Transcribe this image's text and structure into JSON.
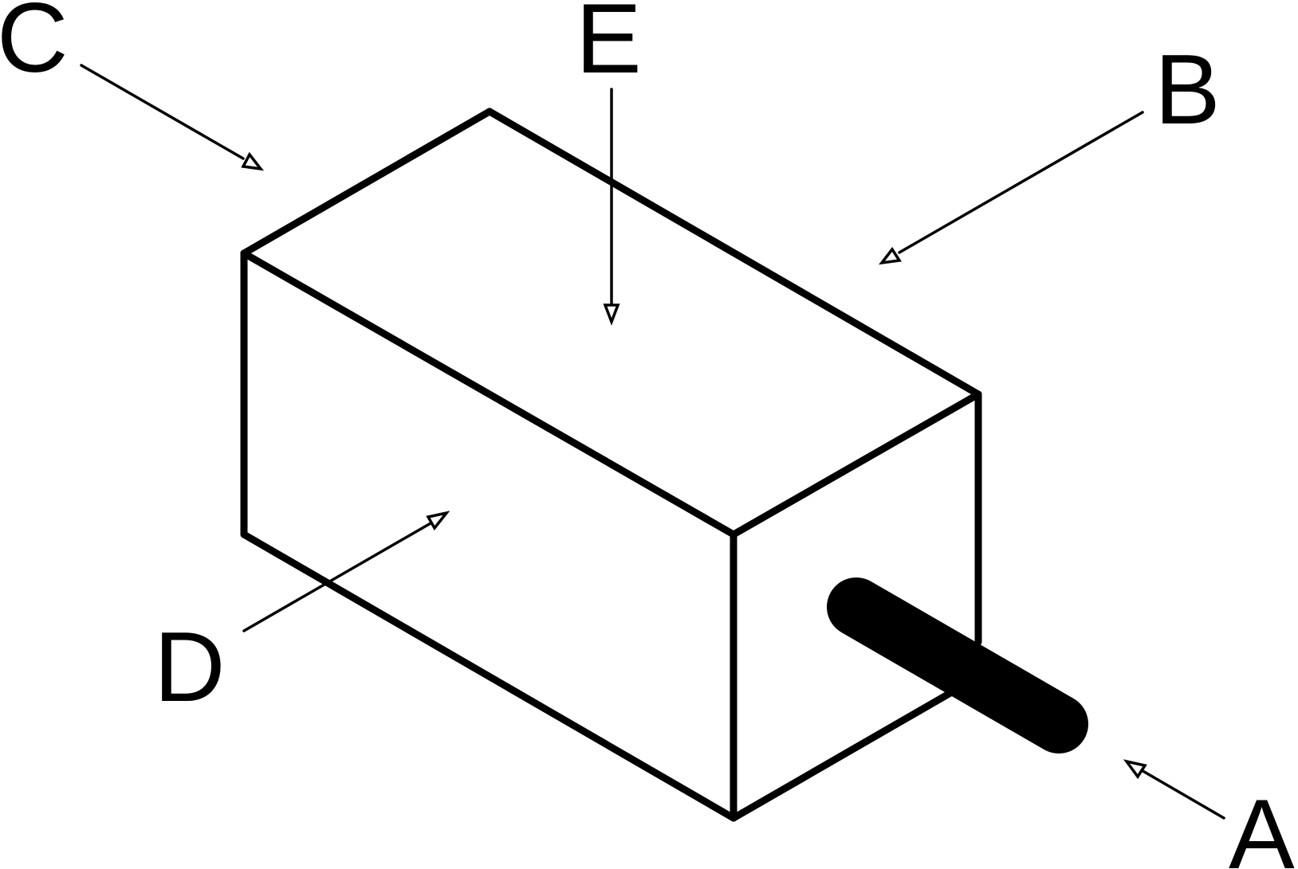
{
  "diagram": {
    "labels": {
      "a": "A",
      "b": "B",
      "c": "C",
      "d": "D",
      "e": "E"
    },
    "colors": {
      "stroke": "#000000",
      "background": "#ffffff",
      "arrowhead_fill": "#ffffff"
    }
  }
}
